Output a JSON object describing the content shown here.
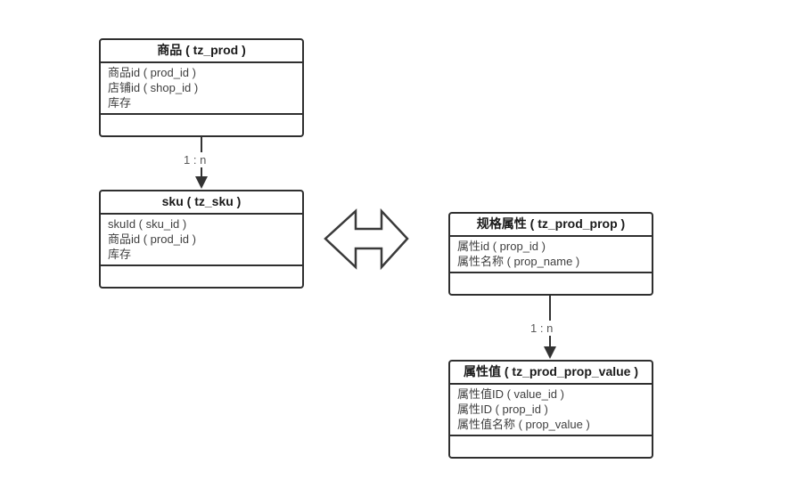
{
  "diagram": {
    "tables": [
      {
        "id": "prod",
        "title": "商品 ( tz_prod )",
        "fields": [
          "商品id ( prod_id )",
          "店铺id ( shop_id )",
          "库存"
        ]
      },
      {
        "id": "sku",
        "title": "sku ( tz_sku )",
        "fields": [
          "skuId ( sku_id )",
          "商品id ( prod_id )",
          "库存"
        ]
      },
      {
        "id": "prod_prop",
        "title": "规格属性 ( tz_prod_prop )",
        "fields": [
          "属性id ( prop_id )",
          "属性名称 ( prop_name )"
        ]
      },
      {
        "id": "prod_prop_value",
        "title": "属性值 ( tz_prod_prop_value )",
        "fields": [
          "属性值ID ( value_id )",
          "属性ID ( prop_id )",
          "属性值名称 ( prop_value )"
        ]
      }
    ],
    "connectors": [
      {
        "from": "商品 ( tz_prod )",
        "to": "sku ( tz_sku )",
        "label": "1 : n",
        "type": "one-to-many-arrow"
      },
      {
        "from": "sku ( tz_sku )",
        "to": "规格属性 ( tz_prod_prop )",
        "label": "",
        "type": "bidirectional-hollow-arrow"
      },
      {
        "from": "规格属性 ( tz_prod_prop )",
        "to": "属性值 ( tz_prod_prop_value )",
        "label": "1 : n",
        "type": "one-to-many-arrow"
      }
    ],
    "colors": {
      "border": "#2f2f2f",
      "title_text": "#1a1a1a",
      "field_text": "#3f3f3f",
      "label_text": "#595959",
      "background": "#ffffff"
    }
  }
}
